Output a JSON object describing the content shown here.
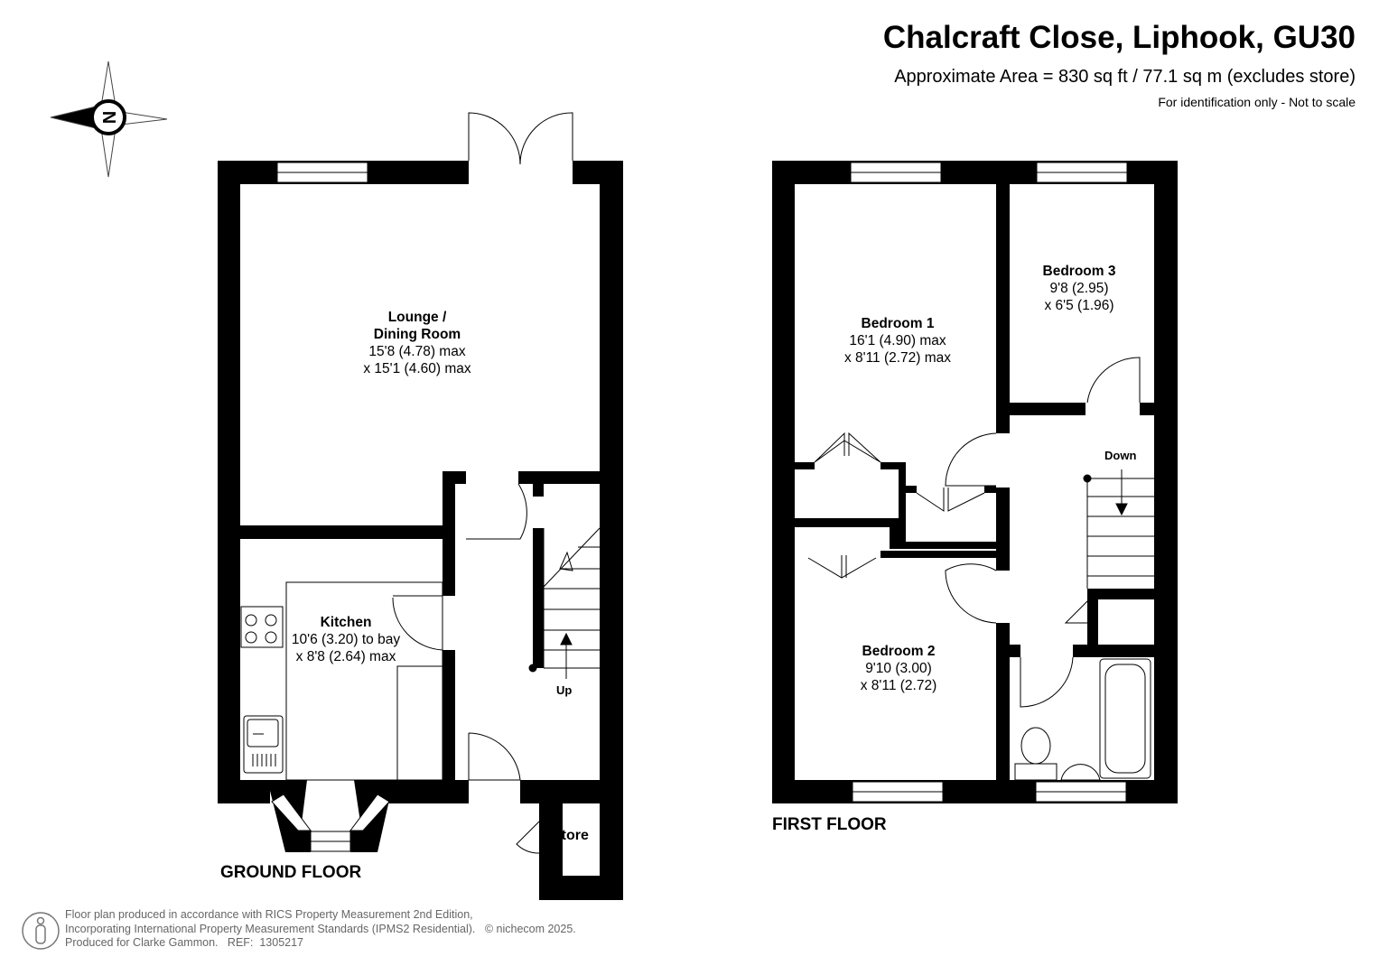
{
  "header": {
    "title": "Chalcraft Close, Liphook, GU30",
    "area": "Approximate Area = 830 sq ft / 77.1 sq m (excludes store)",
    "note": "For identification only - Not to scale"
  },
  "compass": {
    "label": "N",
    "icon": "compass-icon"
  },
  "ground_floor": {
    "label": "GROUND FLOOR",
    "rooms": [
      {
        "name": "Lounge /",
        "name2": "Dining Room",
        "dim1": "15'8 (4.78) max",
        "dim2": "x 15'1 (4.60) max"
      },
      {
        "name": "Kitchen",
        "dim1": "10'6 (3.20) to bay",
        "dim2": "x 8'8 (2.64) max"
      }
    ],
    "stairs_label": "Up",
    "store_label": "Store"
  },
  "first_floor": {
    "label": "FIRST FLOOR",
    "rooms": [
      {
        "name": "Bedroom 1",
        "dim1": "16'1 (4.90) max",
        "dim2": "x 8'11 (2.72) max"
      },
      {
        "name": "Bedroom 2",
        "dim1": "9'10 (3.00)",
        "dim2": "x 8'11 (2.72)"
      },
      {
        "name": "Bedroom 3",
        "dim1": "9'8 (2.95)",
        "dim2": "x 6'5 (1.96)"
      }
    ],
    "stairs_label": "Down"
  },
  "footer": {
    "line1": "Floor plan produced in accordance with RICS Property Measurement 2nd Edition,",
    "line2": "Incorporating International Property Measurement Standards (IPMS2 Residential).",
    "copyright": "© nichecom 2025.",
    "line3": "Produced for Clarke Gammon.   REF:  1305217"
  },
  "colors": {
    "wall": "#000000",
    "footer_text": "#666666"
  }
}
